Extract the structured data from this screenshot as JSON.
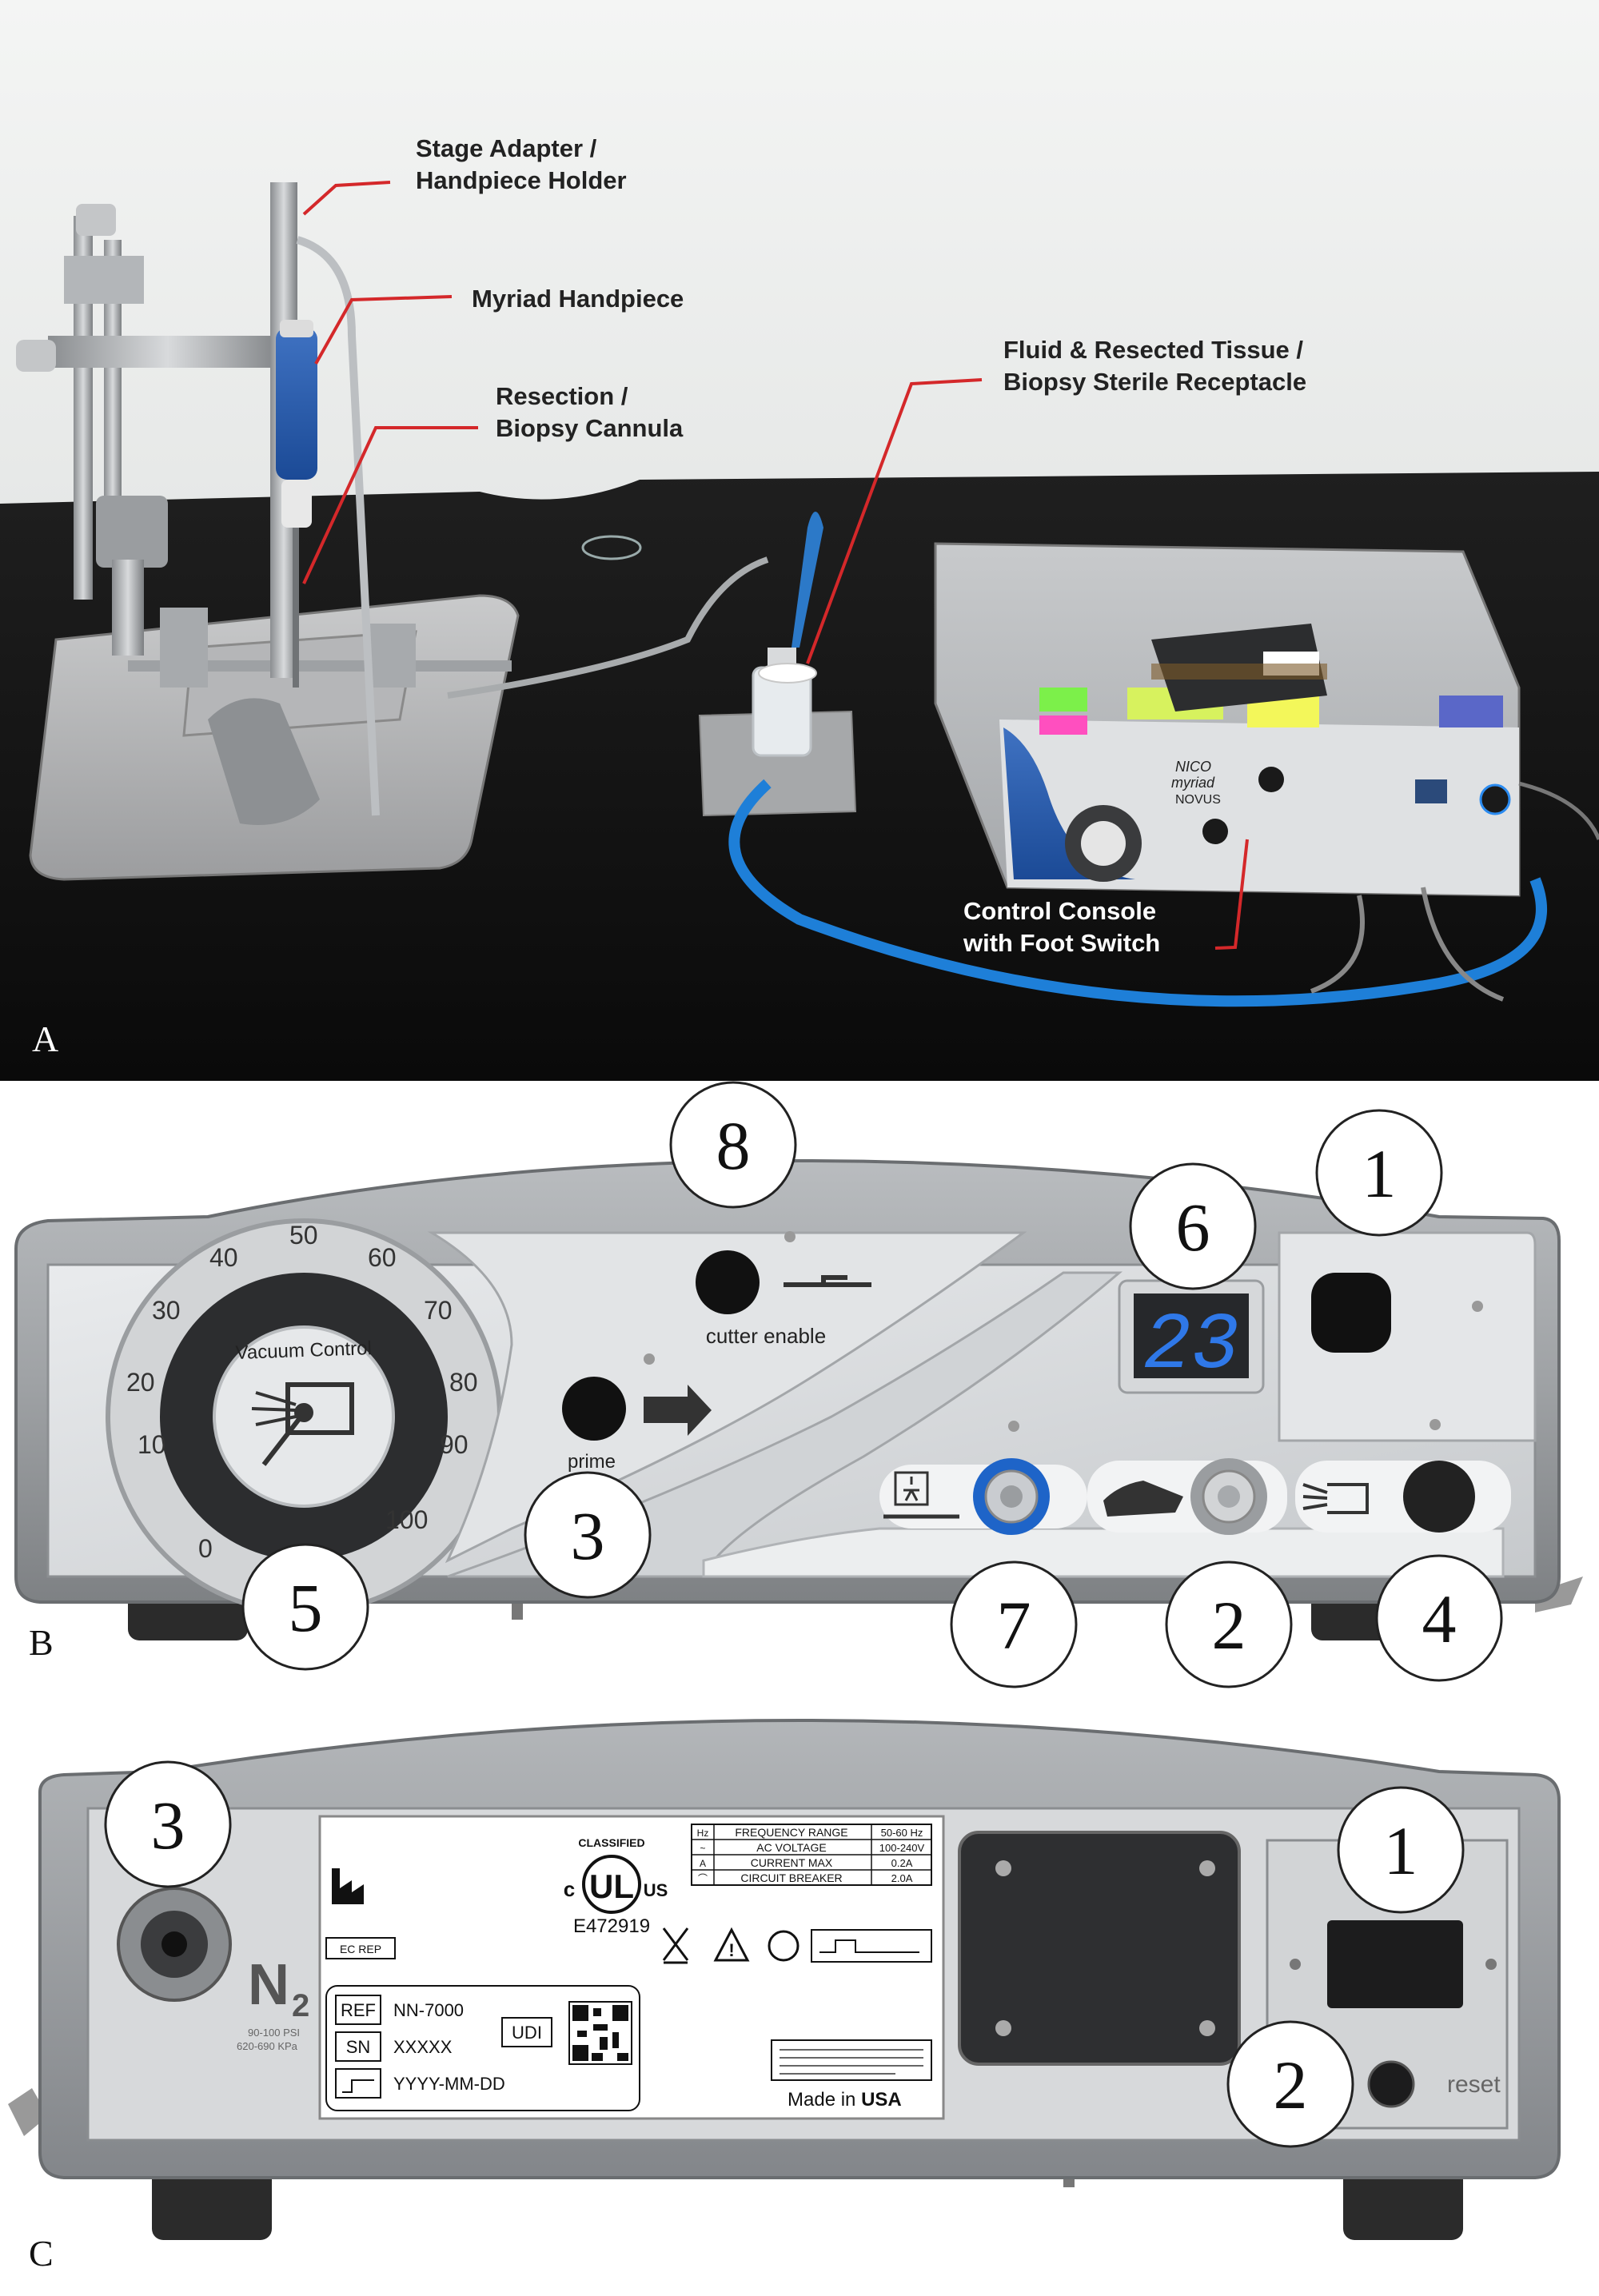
{
  "panel_a": {
    "letter": "A",
    "labels": {
      "stage_adapter_line1": "Stage Adapter /",
      "stage_adapter_line2": "Handpiece Holder",
      "myriad_handpiece": "Myriad Handpiece",
      "resection_line1": "Resection /",
      "resection_line2": "Biopsy Cannula",
      "fluid_line1": "Fluid & Resected Tissue /",
      "fluid_line2": "Biopsy Sterile Receptacle",
      "console_line1": "Control Console",
      "console_line2": "with Foot Switch"
    },
    "device_text": {
      "brand_line1": "NICO",
      "brand_line2": "myriad",
      "brand_line3": "NOVUS"
    }
  },
  "panel_b": {
    "letter": "B",
    "dial_numbers": [
      "0",
      "10",
      "20",
      "30",
      "40",
      "50",
      "60",
      "70",
      "80",
      "90",
      "100"
    ],
    "dial_label": "Vacuum Control",
    "prime_label": "prime",
    "cutter_label": "cutter enable",
    "display_value": "23",
    "callouts": [
      "1",
      "2",
      "3",
      "4",
      "5",
      "6",
      "7",
      "8"
    ]
  },
  "panel_c": {
    "letter": "C",
    "callouts": [
      "1",
      "2",
      "3"
    ],
    "gas_label": "N",
    "gas_subscript": "2",
    "gas_spec_line1": "90-100 PSI",
    "gas_spec_line2": "620-690 KPa",
    "reset_label": "reset",
    "rating_table": [
      {
        "symbol": "Hz",
        "name": "FREQUENCY RANGE",
        "value": "50-60 Hz"
      },
      {
        "symbol": "~",
        "name": "AC VOLTAGE",
        "value": "100-240V"
      },
      {
        "symbol": "A",
        "name": "CURRENT MAX",
        "value": "0.2A"
      },
      {
        "symbol": "⌒",
        "name": "CIRCUIT BREAKER",
        "value": "2.0A"
      }
    ],
    "ul_text_top": "CLASSIFIED",
    "ul_c": "c",
    "ul_mark": "UL",
    "ul_us": "US",
    "ul_number": "E472919",
    "ec_rep": "EC REP",
    "ref_label": "REF",
    "ref_value": "NN-7000",
    "sn_label": "SN",
    "sn_value": "XXXXX",
    "date_value": "YYYY-MM-DD",
    "udi_label": "UDI",
    "made_in_prefix": "Made in ",
    "made_in_country": "USA"
  }
}
